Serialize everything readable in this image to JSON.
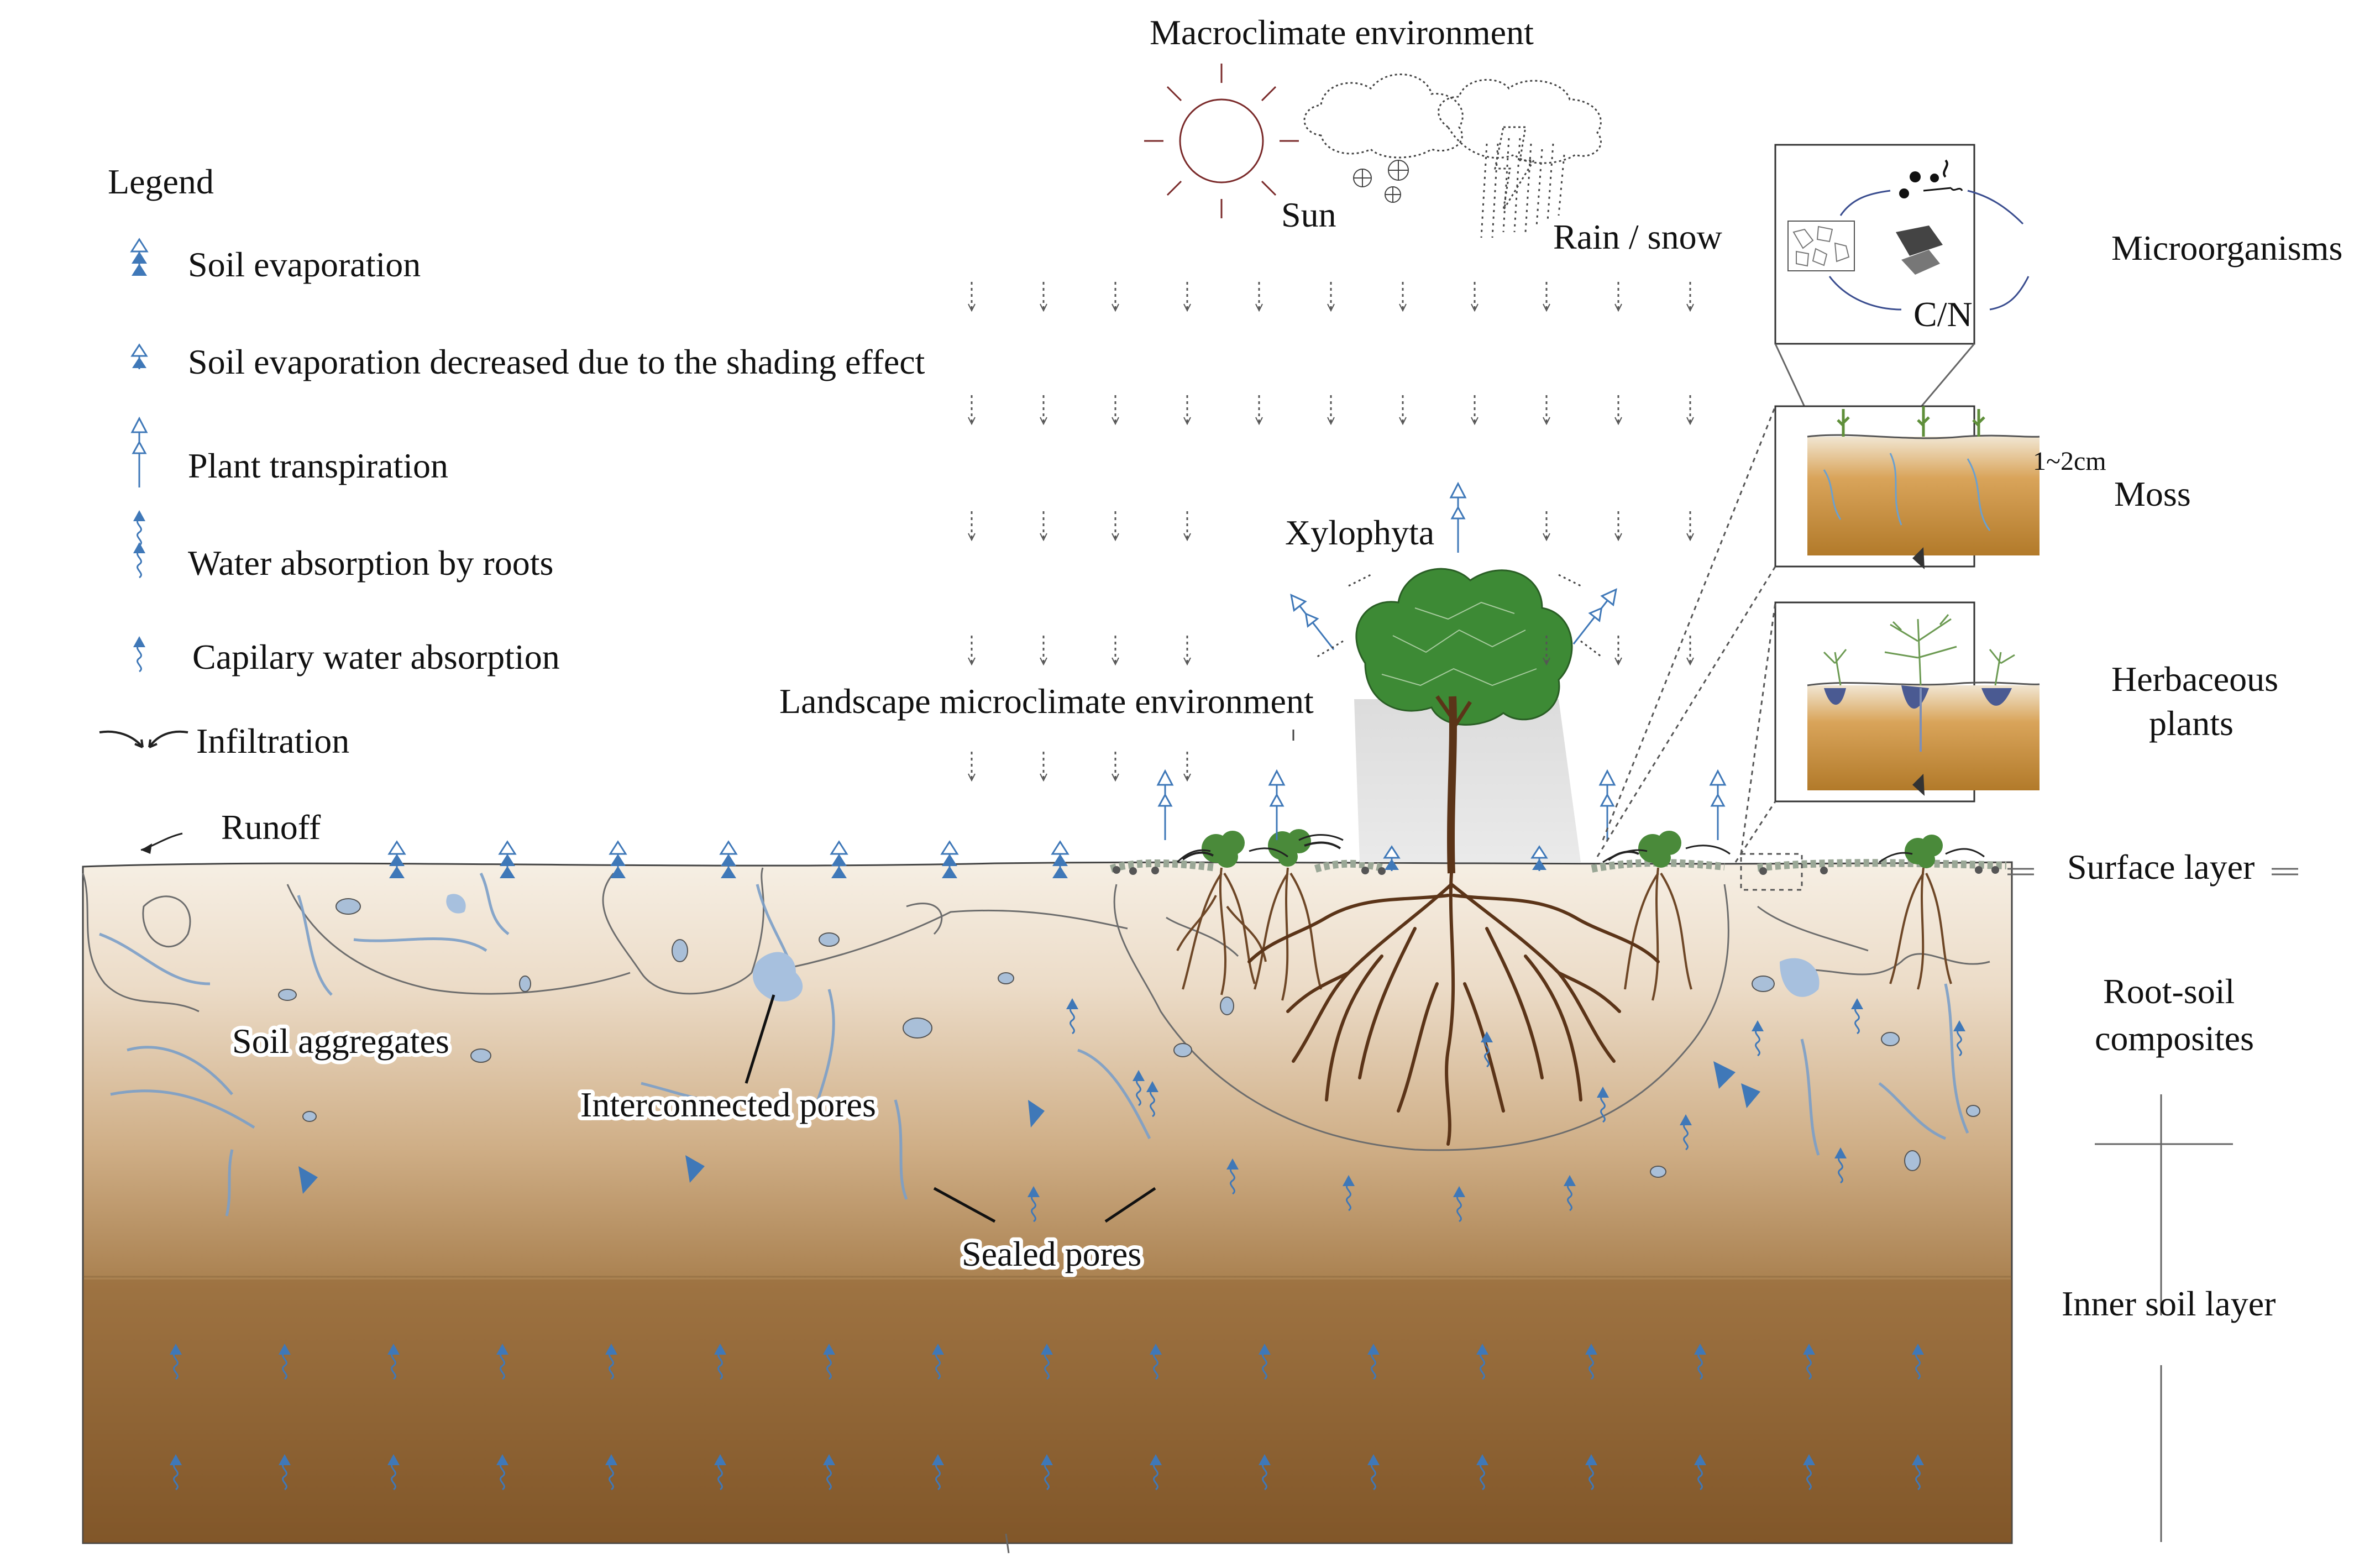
{
  "legend": {
    "title": "Legend",
    "items": [
      {
        "icon": "soil-evaporation-icon",
        "label": "Soil evaporation"
      },
      {
        "icon": "shaded-evaporation-icon",
        "label": "Soil evaporation decreased due to the shading effect"
      },
      {
        "icon": "plant-transpiration-icon",
        "label": "Plant transpiration"
      },
      {
        "icon": "root-absorption-icon",
        "label": "Water absorption by roots"
      },
      {
        "icon": "capillary-absorption-icon",
        "label": "Capilary water absorption"
      },
      {
        "icon": "infiltration-icon",
        "label": "Infiltration"
      }
    ]
  },
  "climate": {
    "macro": "Macroclimate environment",
    "sun": "Sun",
    "rain": "Rain / snow",
    "landscape": "Landscape microclimate environment",
    "xylophyta": "Xylophyta"
  },
  "soil": {
    "runoff": "Runoff",
    "aggregates": "Soil aggregates",
    "interconnected": "Interconnected pores",
    "sealed": "Sealed pores"
  },
  "insets": {
    "microorganisms": "Microorganisms",
    "cn": "C/N",
    "moss": "Moss",
    "moss_depth": "1~2cm",
    "herbaceous_1": "Herbaceous",
    "herbaceous_2": "plants"
  },
  "layers": {
    "surface": "Surface layer",
    "root_soil_1": "Root-soil",
    "root_soil_2": "composites",
    "inner": "Inner soil layer"
  },
  "colors": {
    "soil_top": "#f4ece0",
    "soil_mid": "#c9a67e",
    "soil_deep": "#8a6030",
    "arrow_blue": "#3f78b8",
    "tree_green": "#3d8a35",
    "root_brown": "#5b3418"
  }
}
